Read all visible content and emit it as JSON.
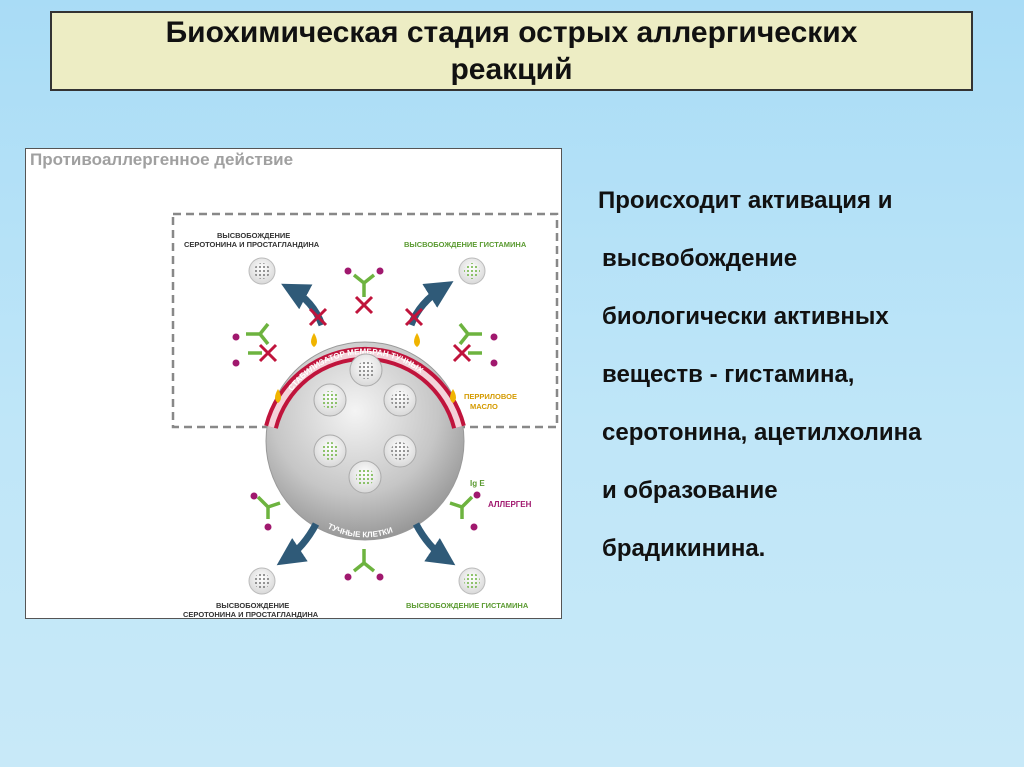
{
  "title": "Биохимическая стадия острых аллергических реакций",
  "figure": {
    "heading": "Противоаллергенное действие",
    "label_serotonin_top": [
      "ВЫСВОБОЖДЕНИЕ",
      "СЕРОТОНИНА И ПРОСТАГЛАНДИНА"
    ],
    "label_histamine_top": "ВЫСВОБОЖДЕНИЕ ГИСТАМИНА",
    "label_serotonin_bottom": [
      "ВЫСВОБОЖДЕНИЕ",
      "СЕРОТОНИНА И ПРОСТАГЛАНДИНА"
    ],
    "label_histamine_bottom": "ВЫСВОБОЖДЕНИЕ ГИСТАМИНА",
    "label_membrane": "СТАБИЛИЗАТОР МЕМБРАН ТУЧНЫХ",
    "label_oil": [
      "ПЕРРИЛОВОЕ",
      "МАСЛО"
    ],
    "label_ige": "Ig E",
    "label_allergen": "АЛЛЕРГЕН",
    "label_mast_cells": "ТУЧНЫЕ КЛЕТКИ",
    "colors": {
      "membrane": "#c0143c",
      "antibody": "#6db33f",
      "allergen": "#a0186e",
      "arrow": "#2f5a78",
      "oil": "#f0b400"
    }
  },
  "body_lines": [
    "Происходит активация и",
    "высвобождение",
    "биологически активных",
    "веществ - гистамина,",
    "серотонина, ацетилхолина",
    "и образование",
    "брадикинина."
  ]
}
